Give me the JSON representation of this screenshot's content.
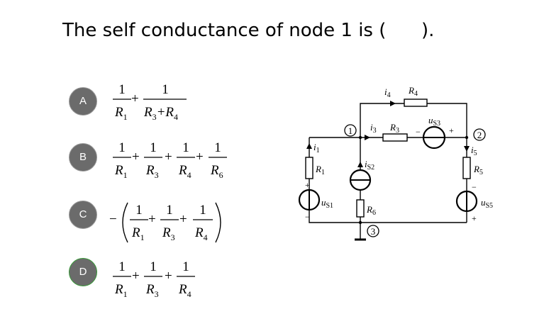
{
  "question": {
    "text": "The self conductance of node 1 is (      )."
  },
  "options": [
    {
      "letter": "A",
      "terms": [
        {
          "num": "1",
          "den": "R",
          "sub": "1",
          "op": "+"
        },
        {
          "num": "1",
          "den_parts": [
            {
              "t": "R",
              "sub": "3"
            },
            {
              "t": "+R",
              "sub": "4"
            }
          ]
        }
      ]
    },
    {
      "letter": "B",
      "terms": [
        {
          "num": "1",
          "den": "R",
          "sub": "1",
          "op": "+"
        },
        {
          "num": "1",
          "den": "R",
          "sub": "3",
          "op": "+"
        },
        {
          "num": "1",
          "den": "R",
          "sub": "4",
          "op": "+"
        },
        {
          "num": "1",
          "den": "R",
          "sub": "6"
        }
      ]
    },
    {
      "letter": "C",
      "sign": "−",
      "terms": [
        {
          "num": "1",
          "den": "R",
          "sub": "1",
          "op": "+"
        },
        {
          "num": "1",
          "den": "R",
          "sub": "3",
          "op": "+"
        },
        {
          "num": "1",
          "den": "R",
          "sub": "4"
        }
      ]
    },
    {
      "letter": "D",
      "terms": [
        {
          "num": "1",
          "den": "R",
          "sub": "1",
          "op": "+"
        },
        {
          "num": "1",
          "den": "R",
          "sub": "3",
          "op": "+"
        },
        {
          "num": "1",
          "den": "R",
          "sub": "4"
        }
      ]
    }
  ],
  "circuit": {
    "nodes": {
      "n1": "1",
      "n2": "2",
      "n3": "3"
    },
    "labels": {
      "i4": {
        "t": "i",
        "sub": "4"
      },
      "R4": {
        "t": "R",
        "sub": "4"
      },
      "i3": {
        "t": "i",
        "sub": "3"
      },
      "R3": {
        "t": "R",
        "sub": "3"
      },
      "us3": {
        "t": "u",
        "sub": "S3"
      },
      "us3_minus": "−",
      "us3_plus": "+",
      "i1": {
        "t": "i",
        "sub": "1"
      },
      "R1": {
        "t": "R",
        "sub": "1"
      },
      "us1": {
        "t": "u",
        "sub": "S1"
      },
      "us1_plus": "+",
      "us1_minus": "−",
      "is2": {
        "t": "i",
        "sub": "S2"
      },
      "R6": {
        "t": "R",
        "sub": "6"
      },
      "i5": {
        "t": "i",
        "sub": "5"
      },
      "R5": {
        "t": "R",
        "sub": "5"
      },
      "us5": {
        "t": "u",
        "sub": "S5"
      },
      "us5_minus": "−",
      "us5_plus": "+"
    }
  }
}
